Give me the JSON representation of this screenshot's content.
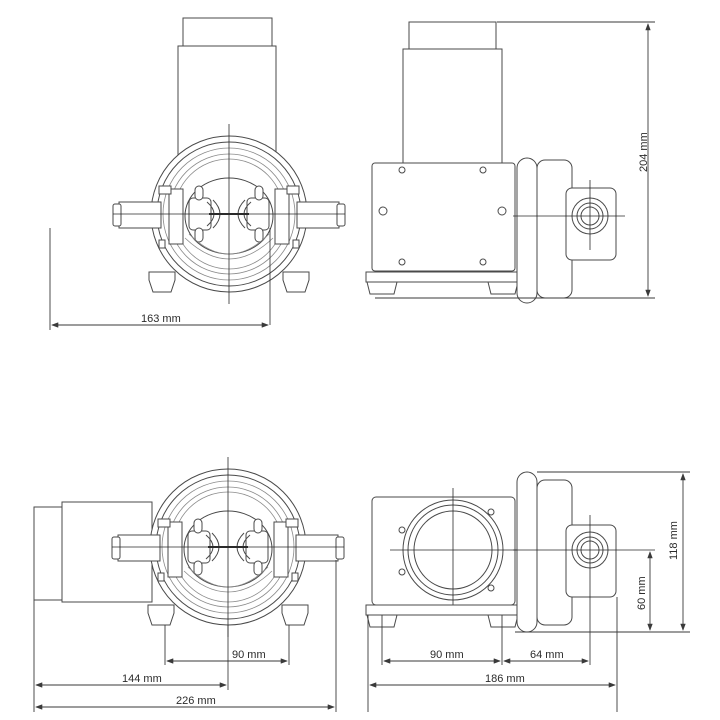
{
  "drawing": {
    "type": "pump dimensional drawing",
    "views": [
      {
        "id": "front-top",
        "description": "front view, motor vertical"
      },
      {
        "id": "side-top",
        "description": "side view, motor vertical"
      },
      {
        "id": "front-bottom",
        "description": "front view, motor horizontal"
      },
      {
        "id": "side-bottom",
        "description": "side view, motor horizontal"
      }
    ]
  },
  "dimensions": {
    "top_width": "163 mm",
    "top_height": "204 mm",
    "bottom_front_port_to_foot": "90 mm",
    "bottom_front_motor_to_center": "144 mm",
    "bottom_front_total_width": "226 mm",
    "bottom_side_height": "118 mm",
    "bottom_side_port_height": "60 mm",
    "bottom_side_foot_spacing": "90 mm",
    "bottom_side_foot_to_port": "64 mm",
    "bottom_side_total_length": "186 mm"
  },
  "colors": {
    "line": "#4a4a4a",
    "background": "#ffffff",
    "text": "#2b2b2b"
  }
}
